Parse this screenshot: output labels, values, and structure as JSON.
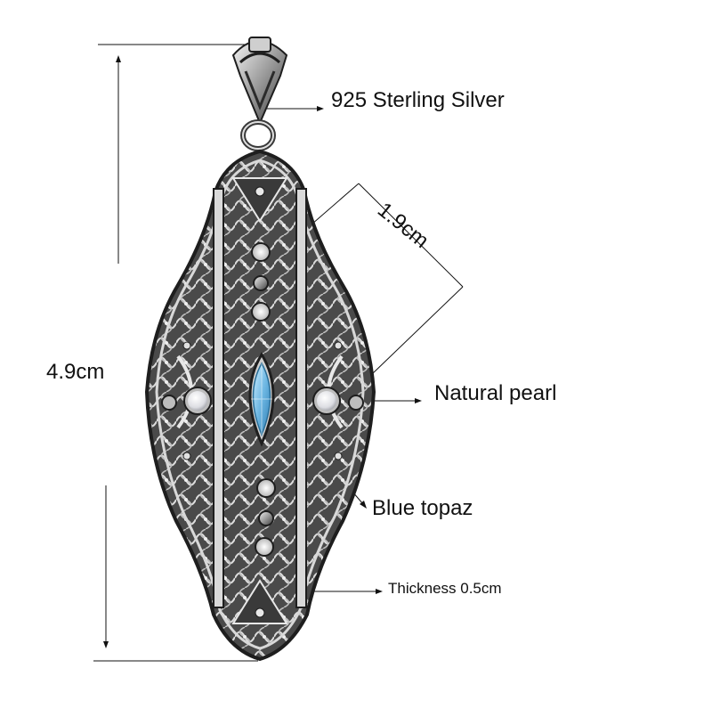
{
  "annotations": {
    "material": "925 Sterling Silver",
    "height": "4.9cm",
    "width": "1.9cm",
    "pearl": "Natural pearl",
    "topaz": "Blue topaz",
    "thickness": "Thickness 0.5cm"
  },
  "colors": {
    "silver_dark": "#2b2b2b",
    "silver_mid": "#8a8a8a",
    "silver_light": "#e6e6e6",
    "topaz": "#7fc4e8",
    "pearl": "#f2f2f4"
  }
}
